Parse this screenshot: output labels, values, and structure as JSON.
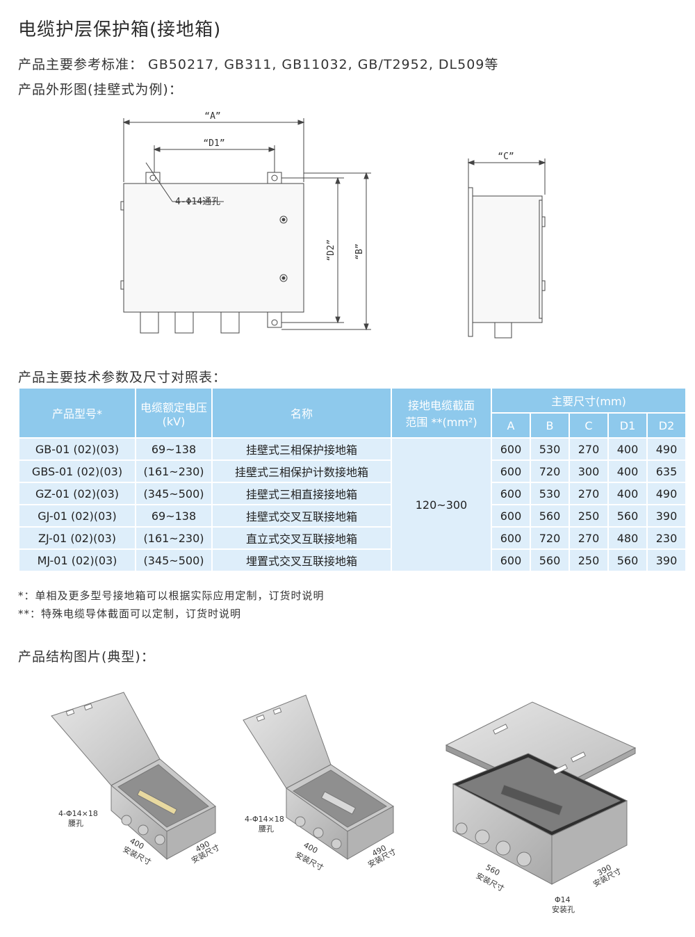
{
  "title": "电缆护层保护箱(接地箱)",
  "standards": "产品主要参考标准： GB50217, GB311, GB11032, GB/T2952, DL509等",
  "outline_heading": "产品外形图(挂壁式为例)：",
  "drawing": {
    "label_a": "“A”",
    "label_d1": "“D1”",
    "label_c": "“C”",
    "label_d2": "“D2”",
    "label_b": "“B”",
    "hole_note": "4-Φ14通孔"
  },
  "table_heading": "产品主要技术参数及尺寸对照表：",
  "table": {
    "headers": {
      "model": "产品型号*",
      "voltage_line1": "电缆额定电压",
      "voltage_line2": "(kV)",
      "name": "名称",
      "section_line1": "接地电缆截面",
      "section_line2": "范围 **(mm²)",
      "dims": "主要尺寸(mm)",
      "a": "A",
      "b": "B",
      "c": "C",
      "d1": "D1",
      "d2": "D2"
    },
    "section_range": "120~300",
    "rows": [
      {
        "model": "GB-01 (02)(03)",
        "voltage": "69~138",
        "name": "挂壁式三相保护接地箱",
        "a": "600",
        "b": "530",
        "c": "270",
        "d1": "400",
        "d2": "490"
      },
      {
        "model": "GBS-01 (02)(03)",
        "voltage": "(161~230)",
        "name": "挂壁式三相保护计数接地箱",
        "a": "600",
        "b": "720",
        "c": "300",
        "d1": "400",
        "d2": "635"
      },
      {
        "model": "GZ-01 (02)(03)",
        "voltage": "(345~500)",
        "name": "挂壁式三相直接接地箱",
        "a": "600",
        "b": "530",
        "c": "270",
        "d1": "400",
        "d2": "490"
      },
      {
        "model": "GJ-01 (02)(03)",
        "voltage": "69~138",
        "name": "挂壁式交叉互联接地箱",
        "a": "600",
        "b": "560",
        "c": "250",
        "d1": "560",
        "d2": "390"
      },
      {
        "model": "ZJ-01 (02)(03)",
        "voltage": "(161~230)",
        "name": "直立式交叉互联接地箱",
        "a": "600",
        "b": "720",
        "c": "270",
        "d1": "480",
        "d2": "230"
      },
      {
        "model": "MJ-01 (02)(03)",
        "voltage": "(345~500)",
        "name": "埋置式交叉互联接地箱",
        "a": "600",
        "b": "560",
        "c": "250",
        "d1": "560",
        "d2": "390"
      }
    ]
  },
  "notes": {
    "note1": "*：单相及更多型号接地箱可以根据实际应用定制，订货时说明",
    "note2": "**：特殊电缆导体截面可以定制，订货时说明"
  },
  "structure_heading": "产品结构图片(典型)：",
  "photos": {
    "p1_hole": "4-Φ14×18",
    "p1_hole2": "腰孔",
    "p1_dim1": "400",
    "p1_dim1b": "安装尺寸",
    "p1_dim2": "490",
    "p1_dim2b": "安装尺寸",
    "p2_hole": "4-Φ14×18",
    "p2_hole2": "腰孔",
    "p2_dim1": "400",
    "p2_dim1b": "安装尺寸",
    "p2_dim2": "490",
    "p2_dim2b": "安装尺寸",
    "p3_dim1": "560",
    "p3_dim1b": "安装尺寸",
    "p3_dim2": "390",
    "p3_dim2b": "安装尺寸",
    "p3_hole": "Φ14",
    "p3_hole2": "安装孔"
  }
}
